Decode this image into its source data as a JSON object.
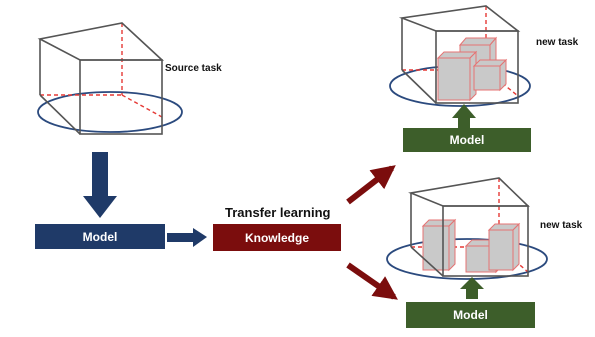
{
  "labels": {
    "source_task": "Source task",
    "new_task_top": "new task",
    "new_task_bottom": "new task",
    "transfer_learning": "Transfer learning"
  },
  "boxes": {
    "source_model": "Model",
    "knowledge": "Knowledge",
    "target_model_top": "Model",
    "target_model_bottom": "Model"
  },
  "colors": {
    "model_blue": "#1f3a68",
    "knowledge_red": "#7b0d0d",
    "model_green": "#3d5e2a",
    "cube_edge": "#4a4a4a",
    "hidden_edge": "#e53935",
    "ring": "#2b4a7e",
    "block_fill": "#c9c9c9"
  }
}
